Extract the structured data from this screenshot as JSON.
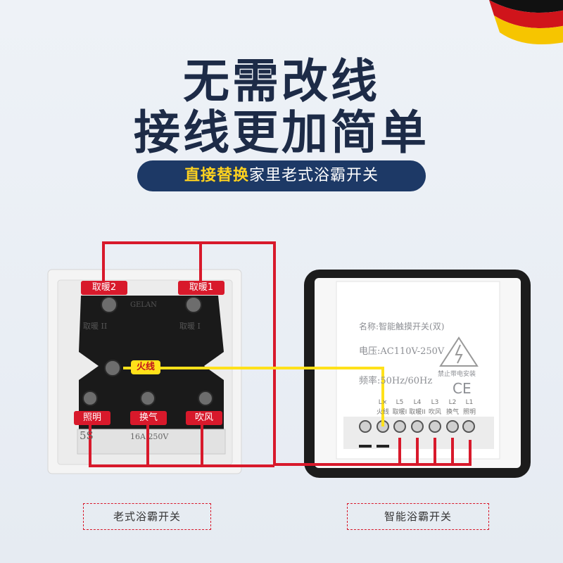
{
  "headline": {
    "line1": "无需改线",
    "line2": "接线更加简单"
  },
  "subtitle": {
    "highlight": "直接替换",
    "rest": "家里老式浴霸开关"
  },
  "old_switch": {
    "top_labels": [
      "取暖2",
      "取暖1"
    ],
    "fire_label": "火线",
    "bottom_labels": [
      "照明",
      "换气",
      "吹风"
    ],
    "brand_print": "GELAN",
    "print_left": "取暖 II",
    "print_right": "取暖 I",
    "rating_print": "16A 250V",
    "model_print": "5S"
  },
  "smart_switch": {
    "name_line": "名称:智能触摸开关(双)",
    "voltage_line": "电压:AC110V-250V",
    "frequency_line": "频率:50Hz/60Hz",
    "warning_text": "禁止带电安装",
    "ce_mark": "CE",
    "terminals": [
      {
        "code": "L×",
        "name": "火线"
      },
      {
        "code": "L5",
        "name": "取暖I"
      },
      {
        "code": "L4",
        "name": "取暖II"
      },
      {
        "code": "L3",
        "name": "吹风"
      },
      {
        "code": "L2",
        "name": "换气"
      },
      {
        "code": "L1",
        "name": "照明"
      }
    ]
  },
  "captions": {
    "old": "老式浴霸开关",
    "smart": "智能浴霸开关"
  },
  "colors": {
    "navy": "#1d2b47",
    "pill": "#1d3966",
    "wire_red": "#d8192b",
    "wire_yellow": "#ffe11a"
  }
}
